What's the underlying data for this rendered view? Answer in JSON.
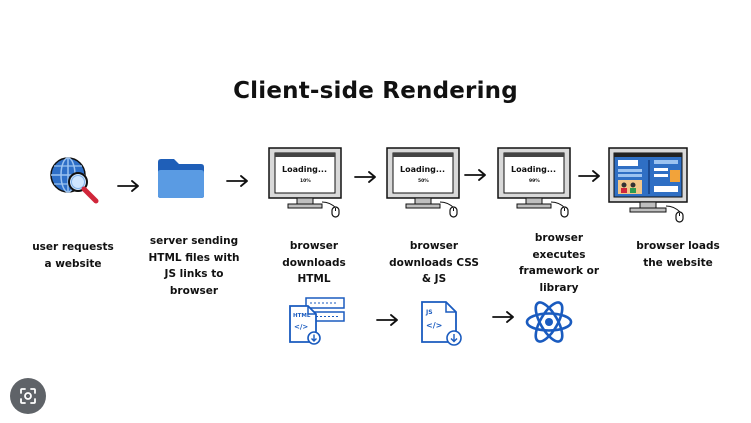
{
  "title": "Client-side Rendering",
  "steps": [
    {
      "caption": "user requests a website",
      "icon": "globe-magnifier-icon"
    },
    {
      "caption": "server sending HTML files with JS links to browser",
      "icon": "folder-icon"
    },
    {
      "caption": "browser downloads HTML",
      "icon": "computer-loading-icon",
      "screen_text": "Loading...",
      "progress_text": "10%",
      "progress": 0.1
    },
    {
      "caption": "browser downloads CSS & JS",
      "icon": "computer-loading-icon",
      "screen_text": "Loading...",
      "progress_text": "50%",
      "progress": 0.5
    },
    {
      "caption": "browser executes framework or library",
      "icon": "computer-loading-icon",
      "screen_text": "Loading...",
      "progress_text": "99%",
      "progress": 0.99
    },
    {
      "caption": "browser loads the website",
      "icon": "computer-website-icon"
    }
  ],
  "bottom_row": {
    "html_file_label": "HTML",
    "js_file_label": "JS",
    "code_glyph": "</>",
    "framework_icon": "react-icon"
  },
  "colors": {
    "blue": "#1a5bbf",
    "folder": "#2f72c9",
    "folder_light": "#5a9be3",
    "gray": "#d9d9d9",
    "dark": "#111111"
  },
  "ui": {
    "lens_button_icon": "google-lens-icon"
  }
}
